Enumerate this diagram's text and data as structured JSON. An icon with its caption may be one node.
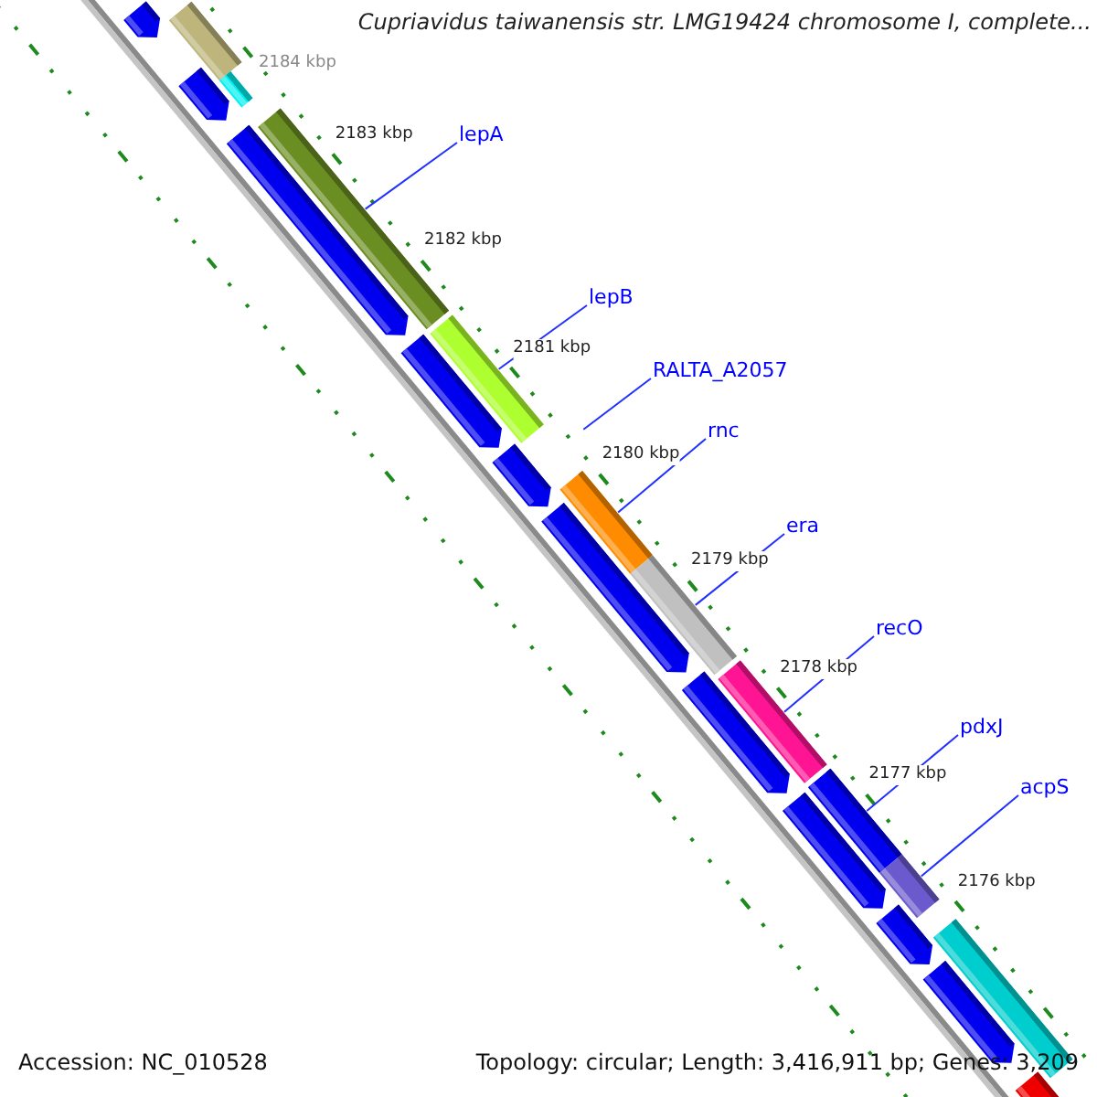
{
  "diagram": {
    "title": "Cupriavidus taiwanensis str. LMG19424 chromosome I, complete...",
    "nodes": [
      {
        "text": [
          "lepA"
        ]
      },
      {
        "text": [
          "lepB"
        ]
      },
      {
        "text": [
          "RALTA_A2057"
        ]
      },
      {
        "text": [
          "rnc"
        ]
      },
      {
        "text": [
          "era"
        ]
      },
      {
        "text": [
          "recO"
        ]
      },
      {
        "text": [
          "pdxJ"
        ]
      },
      {
        "text": [
          "acpS"
        ]
      },
      {
        "text": [],
        "shape": "bar"
      },
      {
        "text": [],
        "shape": "arrow"
      },
      {
        "text": [],
        "shape": "arrow"
      },
      {
        "text": [],
        "shape": "bar"
      },
      {
        "text": [],
        "shape": "arrow"
      },
      {
        "text": [],
        "shape": "bar"
      },
      {
        "text": [],
        "shape": "arrow"
      },
      {
        "text": [],
        "shape": "bar"
      },
      {
        "text": [],
        "shape": "arrow"
      },
      {
        "text": [],
        "shape": "bar"
      },
      {
        "text": [],
        "shape": "arrow"
      },
      {
        "text": [],
        "shape": "bar"
      },
      {
        "text": [],
        "shape": "arrow"
      },
      {
        "text": [],
        "shape": "bar"
      },
      {
        "text": [],
        "shape": "bar"
      },
      {
        "text": [],
        "shape": "arrow"
      },
      {
        "text": [],
        "shape": "bar"
      },
      {
        "text": [],
        "shape": "arrow"
      },
      {
        "text": [],
        "shape": "bar"
      },
      {
        "text": [],
        "shape": "arrow"
      },
      {
        "text": [],
        "shape": "arrow"
      }
    ],
    "edges": [
      {
        "from": 0,
        "to": 13,
        "arrow": "none"
      },
      {
        "from": 1,
        "to": 15,
        "arrow": "none"
      },
      {
        "from": 2,
        "to": null,
        "arrow": "none"
      },
      {
        "from": 3,
        "to": 17,
        "arrow": "none"
      },
      {
        "from": 4,
        "to": 19,
        "arrow": "none"
      },
      {
        "from": 5,
        "to": 21,
        "arrow": "none"
      },
      {
        "from": 6,
        "to": 22,
        "arrow": "none"
      },
      {
        "from": 7,
        "to": 24,
        "arrow": "none"
      }
    ],
    "labels": [
      "2184 kbp",
      "2183 kbp",
      "2182 kbp",
      "2181 kbp",
      "2180 kbp",
      "2179 kbp",
      "2178 kbp",
      "2177 kbp",
      "2176 kbp",
      "Accession: NC_010528",
      "Topology: circular; Length: 3,416,911 bp; Genes: 3,209"
    ]
  }
}
